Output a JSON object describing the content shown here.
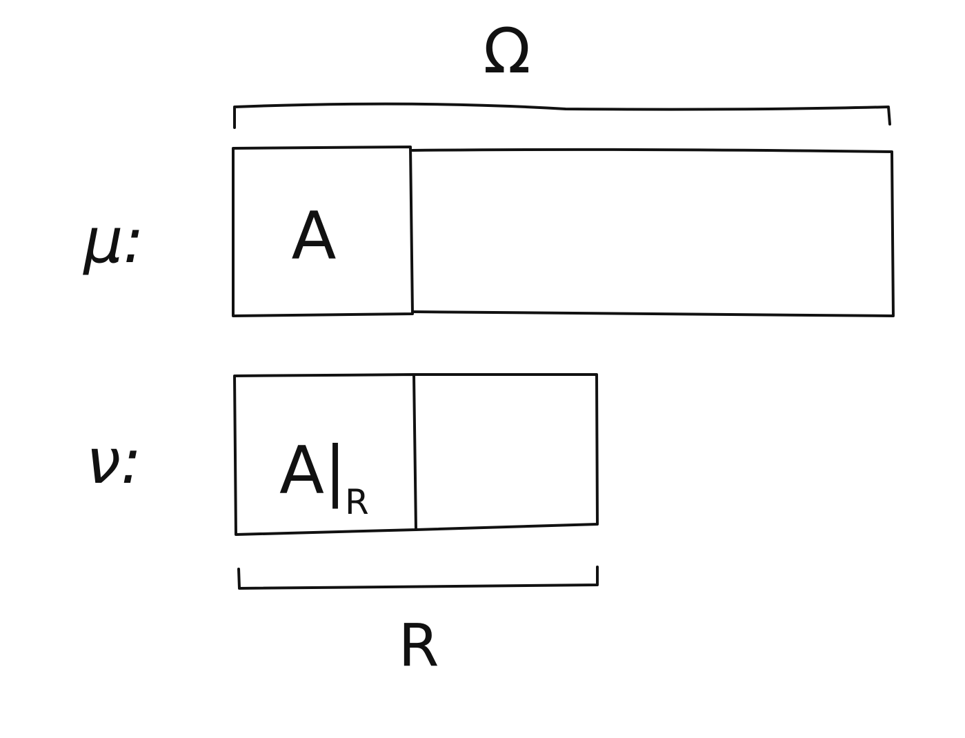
{
  "labels": {
    "omega": "Ω",
    "mu": "μ:",
    "nu": "ν:",
    "set_a": "A",
    "restricted_a": "A|",
    "restricted_subscript": "R",
    "r_label": "R"
  },
  "colors": {
    "ink": "#111111",
    "background": "#ffffff"
  }
}
